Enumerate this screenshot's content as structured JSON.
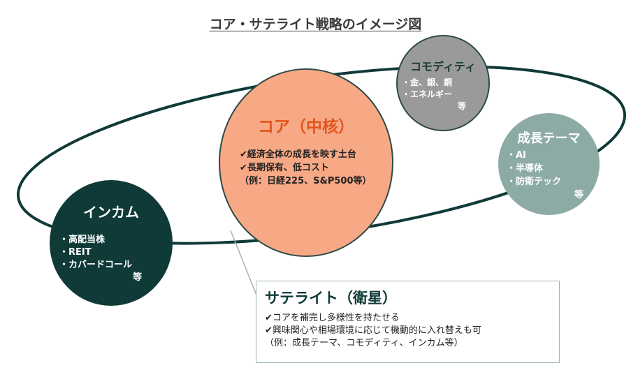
{
  "title": "コア・サテライト戦略のイメージ図",
  "core": {
    "heading": "コア（中核）",
    "points": [
      "✔経済全体の成長を映す土台",
      "✔長期保有、低コスト",
      "（例：日経225、S&P500等）"
    ]
  },
  "income": {
    "heading": "インカム",
    "items": [
      "・高配当株",
      "・REIT",
      "・カバードコール"
    ],
    "etc": "等"
  },
  "commodity": {
    "heading": "コモディティ",
    "items": [
      "・金、銀、銅",
      "・エネルギー"
    ],
    "etc": "等"
  },
  "growth": {
    "heading": "成長テーマ",
    "items": [
      "・AI",
      "・半導体",
      "・防衛テック"
    ],
    "etc": "等"
  },
  "satellite": {
    "heading": "サテライト（衛星）",
    "points": [
      "✔コアを補完し多様性を持たせる",
      "✔興味関心や相場環境に応じて機動的に入れ替えも可",
      "（例：成長テーマ、コモディティ、インカム等）"
    ]
  },
  "colors": {
    "core_fill": "#f7a986",
    "core_heading": "#e0541c",
    "income_fill": "#0f3a38",
    "commodity_fill": "#9a9a9a",
    "growth_fill": "#8daba5",
    "orbit": "#0f3a38",
    "callout_border": "#9fb7b2"
  }
}
